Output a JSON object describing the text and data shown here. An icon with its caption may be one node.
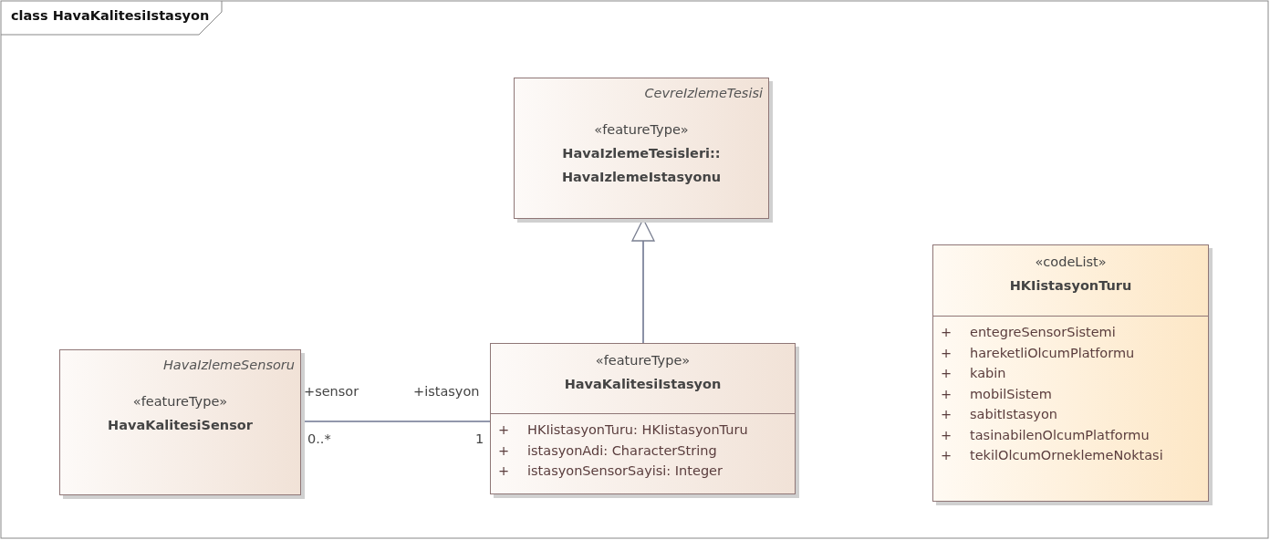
{
  "diagram": {
    "title": "class HavaKalitesiIstasyon",
    "nodes": [
      {
        "text": [
          "CevreIzlemeTesisi",
          "«featureType»",
          "HavaIzlemeTesisleri:: HavaIzlemeIstasyonu"
        ]
      },
      {
        "text": [
          "HavaIzlemeSensoru",
          "«featureType»",
          "HavaKalitesiSensor"
        ]
      },
      {
        "text": [
          "«featureType»",
          "HavaKalitesiIstasyon",
          "+ HKIistasyonTuru: HKIistasyonTuru",
          "+ istasyonAdi: CharacterString",
          "+ istasyonSensorSayisi: Integer"
        ]
      },
      {
        "text": [
          "«codeList»",
          "HKIistasyonTuru",
          "+ entegreSensorSistemi",
          "+ hareketliOlcumPlatformu",
          "+ kabin",
          "+ mobilSistem",
          "+ sabitIstasyon",
          "+ tasinabilenOlcumPlatformu",
          "+ tekilOlcumOrneklemeNoktasi"
        ]
      }
    ],
    "edges": [
      {
        "from": 2,
        "to": 0,
        "arrow": "to"
      },
      {
        "from": 1,
        "to": 2,
        "arrow": "none"
      }
    ],
    "labels": [
      "+sensor",
      "0..*",
      "+istasyon",
      "1"
    ]
  }
}
